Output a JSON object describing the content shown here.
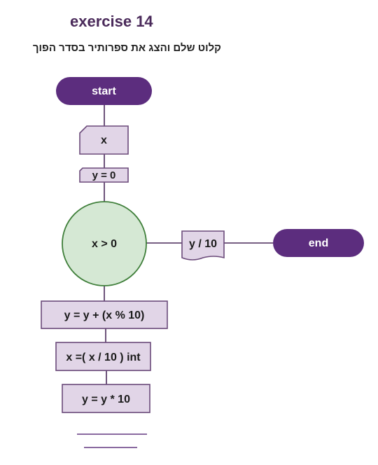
{
  "title": "exercise 14",
  "subtitle": "קלוט שלם והצג את ספרותיר בסדר הפוך",
  "nodes": {
    "start": "start",
    "input_x": "x",
    "init_y": "y = 0",
    "condition": "x > 0",
    "output": "y / 10",
    "end": "end",
    "step1": "y = y + (x % 10)",
    "step2": "x =( x / 10 ) int",
    "step3": "y = y * 10"
  },
  "colors": {
    "terminal": "#5c2d7e",
    "process_fill": "#e1d5e7",
    "process_stroke": "#6b4a7a",
    "decision_fill": "#d5e8d4",
    "decision_stroke": "#3f7f3a",
    "connector": "#4a2a5a"
  }
}
